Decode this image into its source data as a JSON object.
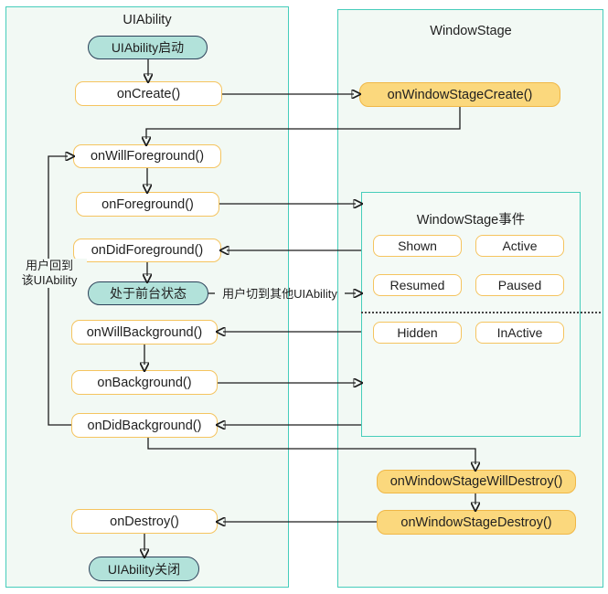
{
  "left_panel": {
    "title": "UIAbility",
    "nodes": {
      "start": "UIAbility启动",
      "onCreate": "onCreate()",
      "onWillForeground": "onWillForeground()",
      "onForeground": "onForeground()",
      "onDidForeground": "onDidForeground()",
      "foreground_state": "处于前台状态",
      "onWillBackground": "onWillBackground()",
      "onBackground": "onBackground()",
      "onDidBackground": "onDidBackground()",
      "onDestroy": "onDestroy()",
      "end": "UIAbility关闭"
    },
    "return_label_line1": "用户回到",
    "return_label_line2": "该UIAbility"
  },
  "right_panel": {
    "title": "WindowStage",
    "nodes": {
      "onWindowStageCreate": "onWindowStageCreate()",
      "onWindowStageWillDestroy": "onWindowStageWillDestroy()",
      "onWindowStageDestroy": "onWindowStageDestroy()"
    },
    "events_box": {
      "title": "WindowStage事件",
      "items": [
        "Shown",
        "Active",
        "Resumed",
        "Paused",
        "Hidden",
        "InActive"
      ]
    }
  },
  "edge_labels": {
    "switch_away": "用户切到其他UIAbility"
  },
  "colors": {
    "panel_fill": "#f2f9f4",
    "panel_border": "#46cdbb",
    "node_fill": "#ffffff",
    "node_border": "#f5c45f",
    "stage_fill": "#fbd87d",
    "stage_border": "#f0b746",
    "pill_fill": "#b2e2da",
    "pill_border": "#2d4159",
    "connector": "#1c1c1c"
  }
}
